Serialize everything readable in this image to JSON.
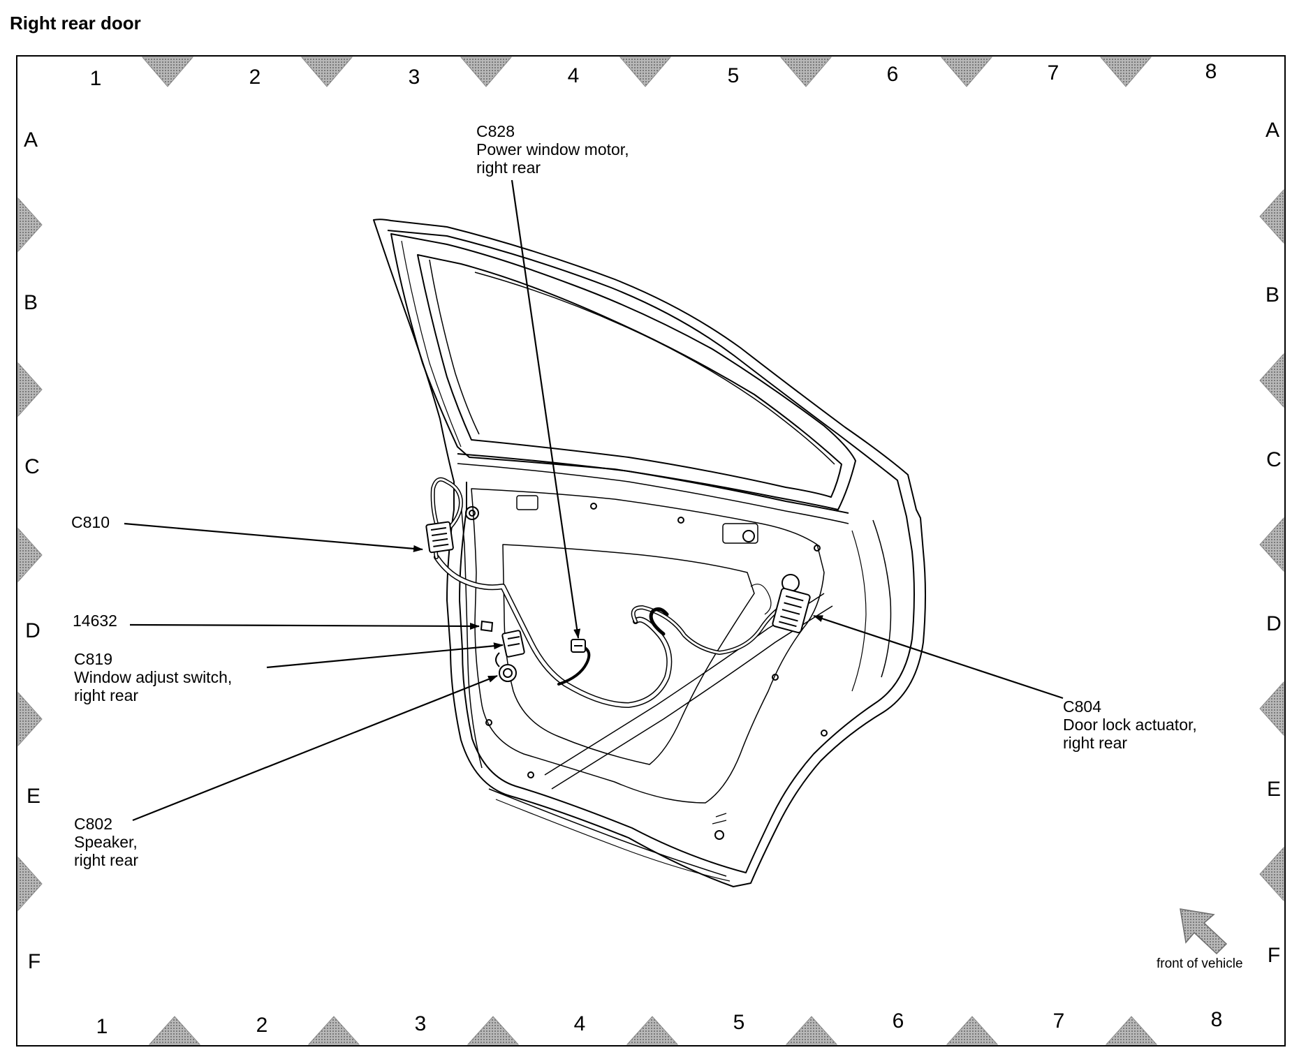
{
  "title": "Right rear door",
  "grid": {
    "columns": [
      "1",
      "2",
      "3",
      "4",
      "5",
      "6",
      "7",
      "8"
    ],
    "rows": [
      "A",
      "B",
      "C",
      "D",
      "E",
      "F"
    ]
  },
  "callouts": {
    "c828": {
      "id": "C828",
      "lines": [
        "Power window motor,",
        "right rear"
      ]
    },
    "c810": {
      "id": "C810",
      "lines": []
    },
    "n14632": {
      "id": "14632",
      "lines": []
    },
    "c819": {
      "id": "C819",
      "lines": [
        "Window adjust switch,",
        "right rear"
      ]
    },
    "c802": {
      "id": "C802",
      "lines": [
        "Speaker,",
        "right rear"
      ]
    },
    "c804": {
      "id": "C804",
      "lines": [
        "Door lock actuator,",
        "right rear"
      ]
    }
  },
  "orientation": {
    "label": "front of vehicle",
    "icon": "arrow-up-left-icon"
  },
  "colors": {
    "marker_fill": "#9e9e9e",
    "line": "#000000"
  }
}
